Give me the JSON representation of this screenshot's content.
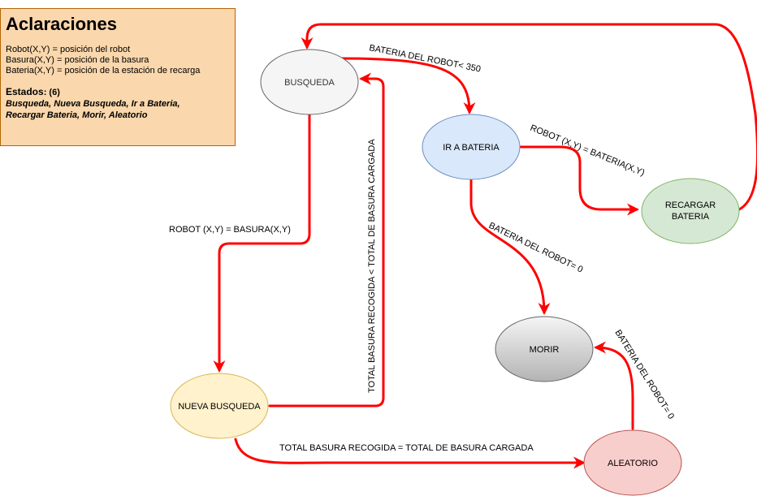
{
  "note": {
    "title": "Aclaraciones",
    "lines": [
      "Robot(X,Y) = posición del robot",
      "Basura(X,Y) = posición de la basura",
      "Bateria(X,Y) = posición de la estación de recarga"
    ],
    "states_label": "Estados",
    "states_count": ": (6)",
    "states_list_1": "Busqueda, Nueva Busqueda, Ir a Bateria,",
    "states_list_2": "Recargar Bateria, Morir, Aleatorio"
  },
  "states": {
    "busqueda": "BUSQUEDA",
    "ir_a_bateria": "IR A BATERIA",
    "recargar_bateria_1": "RECARGAR",
    "recargar_bateria_2": "BATERIA",
    "morir": "MORIR",
    "nueva_busqueda": "NUEVA BUSQUEDA",
    "aleatorio": "ALEATORIO"
  },
  "transitions": {
    "bateria_lt_350": "BATERIA DEL ROBOT< 350",
    "robot_eq_bateria": "ROBOT (X,Y) = BATERIA(X,Y)",
    "bateria_eq_0_a": "BATERIA DEL ROBOT= 0",
    "bateria_eq_0_b": "BATERIA DEL ROBOT= 0",
    "robot_eq_basura": "ROBOT (X,Y) = BASURA(X,Y)",
    "basura_lt": "TOTAL BASURA RECOGIDA < TOTAL DE BASURA CARGADA",
    "basura_eq": "TOTAL BASURA RECOGIDA = TOTAL DE BASURA CARGADA"
  },
  "colors": {
    "edge": "#ff0000",
    "busqueda_fill": "#f5f5f5",
    "ir_a_bateria_fill": "#dae8fc",
    "recargar_fill": "#d5e8d4",
    "morir_fill_top": "#f5f5f5",
    "morir_fill_bottom": "#b3b3b3",
    "nueva_busqueda_fill": "#fff2cc",
    "aleatorio_fill": "#f8cecc",
    "note_fill": "#fad7ac"
  }
}
